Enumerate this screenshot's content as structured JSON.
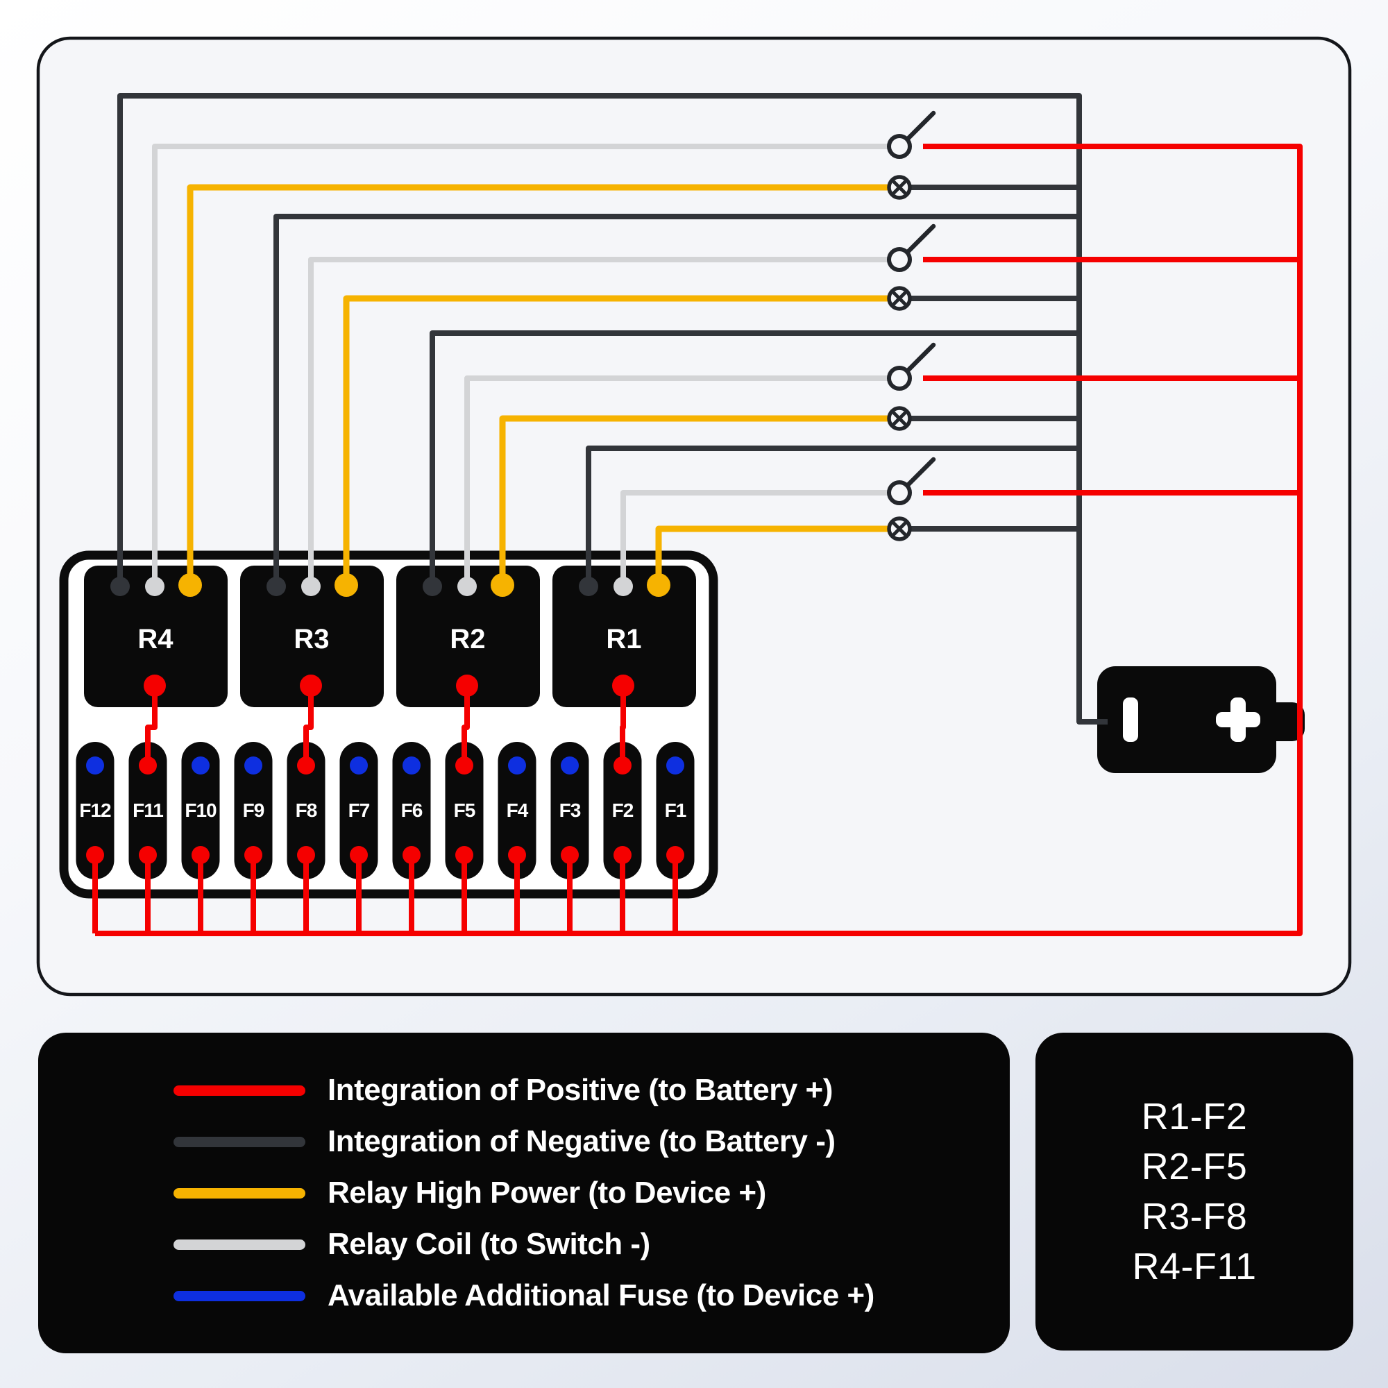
{
  "colors": {
    "positive": "#f50000",
    "negative": "#32353a",
    "relay_high_power": "#f6b301",
    "relay_coil": "#d3d4d6",
    "additional_fuse": "#0e2fe0"
  },
  "relay_box": {
    "relays": [
      {
        "label": "R4",
        "connected_fuse": "F11"
      },
      {
        "label": "R3",
        "connected_fuse": "F8"
      },
      {
        "label": "R2",
        "connected_fuse": "F5"
      },
      {
        "label": "R1",
        "connected_fuse": "F2"
      }
    ],
    "fuses": [
      {
        "label": "F12",
        "top_dot": "additional_fuse"
      },
      {
        "label": "F11",
        "top_dot": "positive"
      },
      {
        "label": "F10",
        "top_dot": "additional_fuse"
      },
      {
        "label": "F9",
        "top_dot": "additional_fuse"
      },
      {
        "label": "F8",
        "top_dot": "positive"
      },
      {
        "label": "F7",
        "top_dot": "additional_fuse"
      },
      {
        "label": "F6",
        "top_dot": "additional_fuse"
      },
      {
        "label": "F5",
        "top_dot": "positive"
      },
      {
        "label": "F4",
        "top_dot": "additional_fuse"
      },
      {
        "label": "F3",
        "top_dot": "additional_fuse"
      },
      {
        "label": "F2",
        "top_dot": "positive"
      },
      {
        "label": "F1",
        "top_dot": "additional_fuse"
      }
    ]
  },
  "battery": {
    "positive_symbol": "+",
    "negative_symbol": "|"
  },
  "icons": {
    "switch": "switch-icon",
    "load": "lamp-icon",
    "battery_minus": "battery-minus-terminal-icon",
    "battery_plus": "battery-plus-terminal-icon"
  },
  "legend": {
    "items": [
      {
        "label": "Integration of Positive (to Battery +)",
        "color_key": "positive"
      },
      {
        "label": "Integration of Negative (to Battery -)",
        "color_key": "negative"
      },
      {
        "label": "Relay High Power (to Device +)",
        "color_key": "relay_high_power"
      },
      {
        "label": "Relay Coil (to Switch -)",
        "color_key": "relay_coil"
      },
      {
        "label": "Available Additional Fuse (to Device +)",
        "color_key": "additional_fuse"
      }
    ]
  },
  "mapping_panel": {
    "lines": [
      "R1-F2",
      "R2-F5",
      "R3-F8",
      "R4-F11"
    ]
  }
}
